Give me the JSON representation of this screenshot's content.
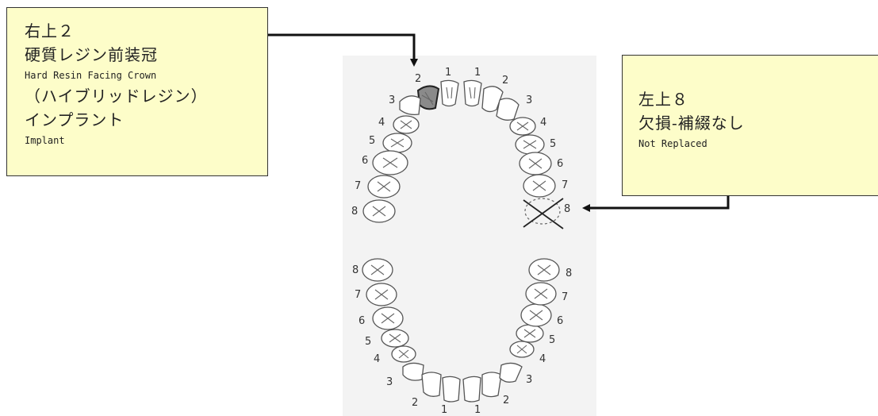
{
  "left_note": {
    "line1": "右上２",
    "line2": "硬質レジン前装冠",
    "line3": "Hard Resin Facing Crown",
    "line4": "（ハイブリッドレジン）",
    "line5": "インプラント",
    "line6": "Implant"
  },
  "right_note": {
    "line1": "左上８",
    "line2": "欠損-補綴なし",
    "line3": "Not Replaced"
  },
  "tooth_numbers": [
    "1",
    "2",
    "3",
    "4",
    "5",
    "6",
    "7",
    "8"
  ],
  "colors": {
    "note_bg": "#fdfdc9",
    "selected_tooth": "#8a8a8a"
  },
  "icons": {
    "missing_marker": "cross-mark-icon",
    "implant_marker": "x-mark-icon"
  }
}
